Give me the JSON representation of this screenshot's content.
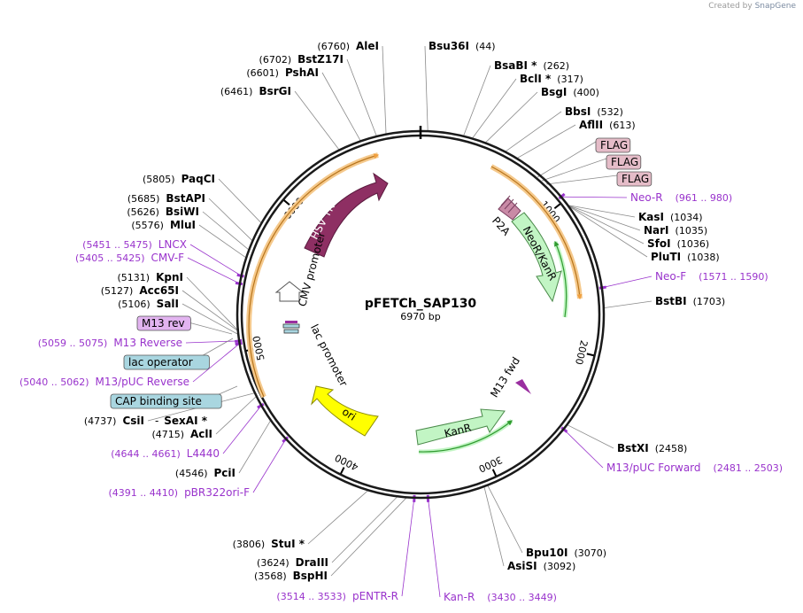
{
  "credit": {
    "prefix": "Created by",
    "brand": "SnapGene"
  },
  "plasmid": {
    "name": "pFETCh_SAP130",
    "length": 6970,
    "length_label": "6970 bp"
  },
  "ticks": [
    {
      "pos": 1000,
      "label": "1000"
    },
    {
      "pos": 2000,
      "label": "2000"
    },
    {
      "pos": 3000,
      "label": "3000"
    },
    {
      "pos": 4000,
      "label": "4000"
    },
    {
      "pos": 5000,
      "label": "5000"
    },
    {
      "pos": 6000,
      "label": "6000"
    }
  ],
  "enzymes": [
    {
      "name": "Bsu36I",
      "pos": "(44)",
      "site": 44
    },
    {
      "name": "BsaBI *",
      "pos": "(262)",
      "site": 262
    },
    {
      "name": "BclI *",
      "pos": "(317)",
      "site": 317
    },
    {
      "name": "BsgI",
      "pos": "(400)",
      "site": 400
    },
    {
      "name": "BbsI",
      "pos": "(532)",
      "site": 532
    },
    {
      "name": "AflII",
      "pos": "(613)",
      "site": 613
    },
    {
      "name": "KasI",
      "pos": "(1034)",
      "site": 1034
    },
    {
      "name": "NarI",
      "pos": "(1035)",
      "site": 1035
    },
    {
      "name": "SfoI",
      "pos": "(1036)",
      "site": 1036
    },
    {
      "name": "PluTI",
      "pos": "(1038)",
      "site": 1038
    },
    {
      "name": "BstBI",
      "pos": "(1703)",
      "site": 1703
    },
    {
      "name": "BstXI",
      "pos": "(2458)",
      "site": 2458
    },
    {
      "name": "Bpu10I",
      "pos": "(3070)",
      "site": 3070
    },
    {
      "name": "AsiSI",
      "pos": "(3092)",
      "site": 3092
    },
    {
      "name": "StuI *",
      "pos": "(3806)",
      "site": 3806
    },
    {
      "name": "DraIII",
      "pos": "(3624)",
      "site": 3624
    },
    {
      "name": "BspHI",
      "pos": "(3568)",
      "site": 3568
    },
    {
      "name": "PciI",
      "pos": "(4546)",
      "site": 4546
    },
    {
      "name": "AclI",
      "pos": "(4715)",
      "site": 4715
    },
    {
      "name": "CsiI",
      "pos": "(4737)",
      "site": 4737
    },
    {
      "name": "SexAI *",
      "pos": "",
      "site": 4737
    },
    {
      "name": "SalI",
      "pos": "(5106)",
      "site": 5106
    },
    {
      "name": "Acc65I",
      "pos": "(5127)",
      "site": 5127
    },
    {
      "name": "KpnI",
      "pos": "(5131)",
      "site": 5131
    },
    {
      "name": "MluI",
      "pos": "(5576)",
      "site": 5576
    },
    {
      "name": "BsiWI",
      "pos": "(5626)",
      "site": 5626
    },
    {
      "name": "BstAPI",
      "pos": "(5685)",
      "site": 5685
    },
    {
      "name": "PaqCI",
      "pos": "(5805)",
      "site": 5805
    },
    {
      "name": "BsrGI",
      "pos": "(6461)",
      "site": 6461
    },
    {
      "name": "PshAI",
      "pos": "(6601)",
      "site": 6601
    },
    {
      "name": "BstZ17I",
      "pos": "(6702)",
      "site": 6702
    },
    {
      "name": "AleI",
      "pos": "(6760)",
      "site": 6760
    }
  ],
  "primers": [
    {
      "name": "Neo-R",
      "range": "(961 .. 980)",
      "site": 970
    },
    {
      "name": "Neo-F",
      "range": "(1571 .. 1590)",
      "site": 1580
    },
    {
      "name": "M13/pUC Forward",
      "range": "(2481 .. 2503)",
      "site": 2492
    },
    {
      "name": "Kan-R",
      "range": "(3430 .. 3449)",
      "site": 3440
    },
    {
      "name": "pENTR-R",
      "range": "(3514 .. 3533)",
      "site": 3523
    },
    {
      "name": "pBR322ori-F",
      "range": "(4391 .. 4410)",
      "site": 4400
    },
    {
      "name": "L4440",
      "range": "(4644 .. 4661)",
      "site": 4652
    },
    {
      "name": "M13/pUC Reverse",
      "range": "(5040 .. 5062)",
      "site": 5051
    },
    {
      "name": "M13 Reverse",
      "range": "(5059 .. 5075)",
      "site": 5067
    },
    {
      "name": "CMV-F",
      "range": "(5405 .. 5425)",
      "site": 5415
    },
    {
      "name": "LNCX",
      "range": "(5451 .. 5475)",
      "site": 5463
    }
  ],
  "boxed_features": [
    {
      "name": "FLAG",
      "style": "flag"
    },
    {
      "name": "FLAG",
      "style": "flag"
    },
    {
      "name": "FLAG",
      "style": "flag"
    },
    {
      "name": "M13 rev",
      "style": "m13"
    },
    {
      "name": "lac operator",
      "style": "lac"
    },
    {
      "name": "CAP binding site",
      "style": "lac"
    }
  ],
  "inner_features": [
    {
      "name": "HSV TK",
      "color": "#8e2f63"
    },
    {
      "name": "CMV promoter",
      "color": "#ffffff"
    },
    {
      "name": "NeoR/KanR",
      "color": "#c2f5c4"
    },
    {
      "name": "P2A",
      "color": "#c98aa6"
    },
    {
      "name": "lac promoter",
      "color": "#ffffff"
    },
    {
      "name": "M13 fwd",
      "color": "#9a2fa0"
    },
    {
      "name": "ori",
      "color": "#ffff00"
    },
    {
      "name": "KanR",
      "color": "#c2f5c4"
    }
  ],
  "colors": {
    "enzyme": "#000000",
    "primer": "#9933cc",
    "leader": "#8a8a8a",
    "flag_fill": "#e5bcc8",
    "m13_fill": "#e2b4f0",
    "lac_fill": "#a9d6e0",
    "orf_outline": "#f0a040",
    "green_arrow": "#2f9a2f"
  }
}
